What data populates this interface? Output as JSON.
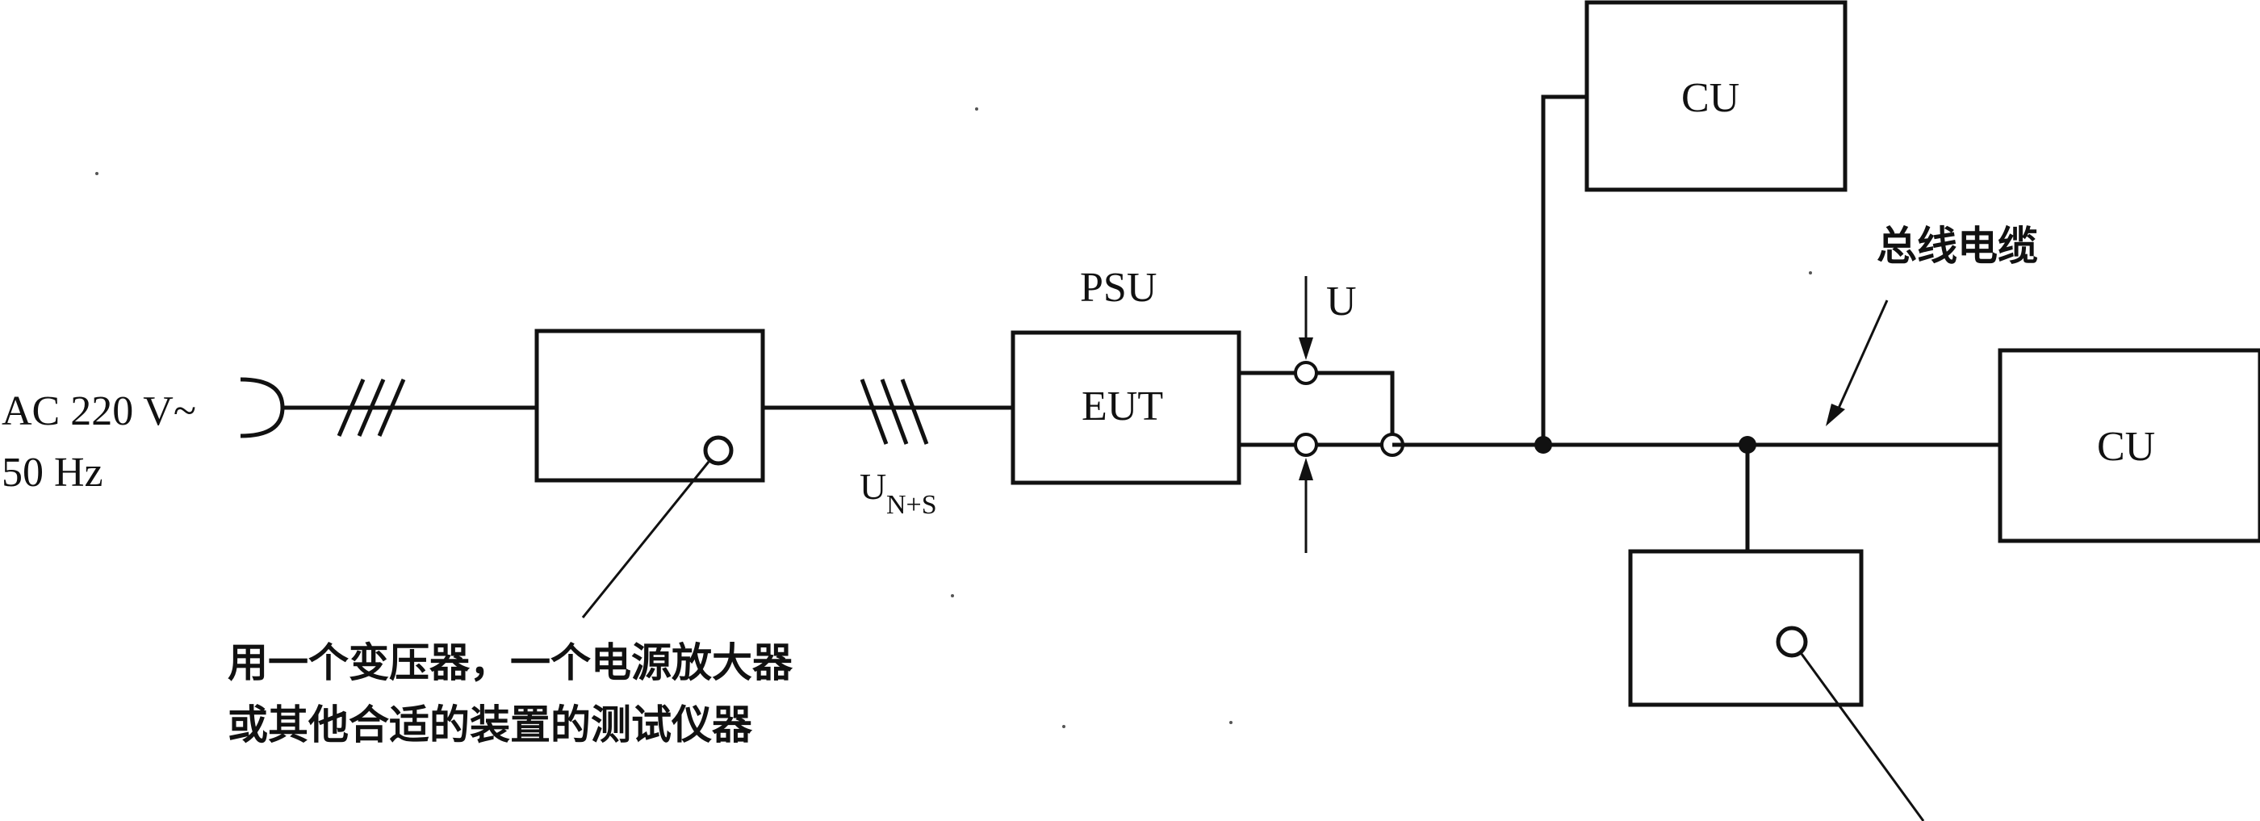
{
  "source": {
    "line1": "AC 220 V~",
    "line2": "50 Hz"
  },
  "psu": {
    "label": "PSU",
    "box_text": "EUT"
  },
  "voltage_label": "U",
  "un_label": {
    "main": "U",
    "sub": "N+S"
  },
  "cu_top": {
    "label": "CU"
  },
  "cu_right": {
    "label": "CU"
  },
  "bus_cable_label": "总线电缆",
  "test_instrument_note": {
    "line1": "用一个变压器，一个电源放大器",
    "line2": "或其他合适的装置的测试仪器"
  }
}
